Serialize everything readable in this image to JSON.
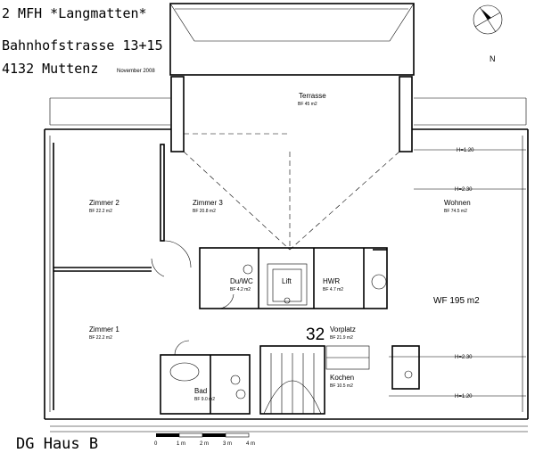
{
  "header": {
    "line1": "2 MFH *Langmatten*",
    "line2": "Bahnhofstrasse 13+15",
    "line3": "4132 Muttenz",
    "date": "November 2008"
  },
  "compass": {
    "label": "N"
  },
  "rooms": {
    "terrasse": {
      "name": "Terrasse",
      "area": "BF 45 m2"
    },
    "zimmer2": {
      "name": "Zimmer 2",
      "area": "BF 22.2 m2"
    },
    "zimmer3": {
      "name": "Zimmer 3",
      "area": "BF 20.8 m2"
    },
    "wohnen": {
      "name": "Wohnen",
      "area": "BF 74.5 m2"
    },
    "duwc": {
      "name": "Du/WC",
      "area": "BF 4.2 m2"
    },
    "lift": {
      "name": "Lift"
    },
    "hwr": {
      "name": "HWR",
      "area": "BF 4.7 m2"
    },
    "zimmer1": {
      "name": "Zimmer 1",
      "area": "BF 22.2 m2"
    },
    "vorplatz": {
      "number": "32",
      "name": "Vorplatz",
      "area": "BF 21.9 m2"
    },
    "bad": {
      "name": "Bad",
      "area": "BF 9.0 m2"
    },
    "kochen": {
      "name": "Kochen",
      "area": "BF 10.5 m2"
    }
  },
  "heights": {
    "h1_top": "H=1.20",
    "h2_top": "H=2.30",
    "h2_bottom": "H=2.30",
    "h1_bottom": "H=1.20"
  },
  "wf": "WF 195 m2",
  "footer": {
    "title": "DG Haus B"
  },
  "scale": {
    "labels": [
      "0",
      "1 m",
      "2 m",
      "3 m",
      "4 m"
    ]
  }
}
